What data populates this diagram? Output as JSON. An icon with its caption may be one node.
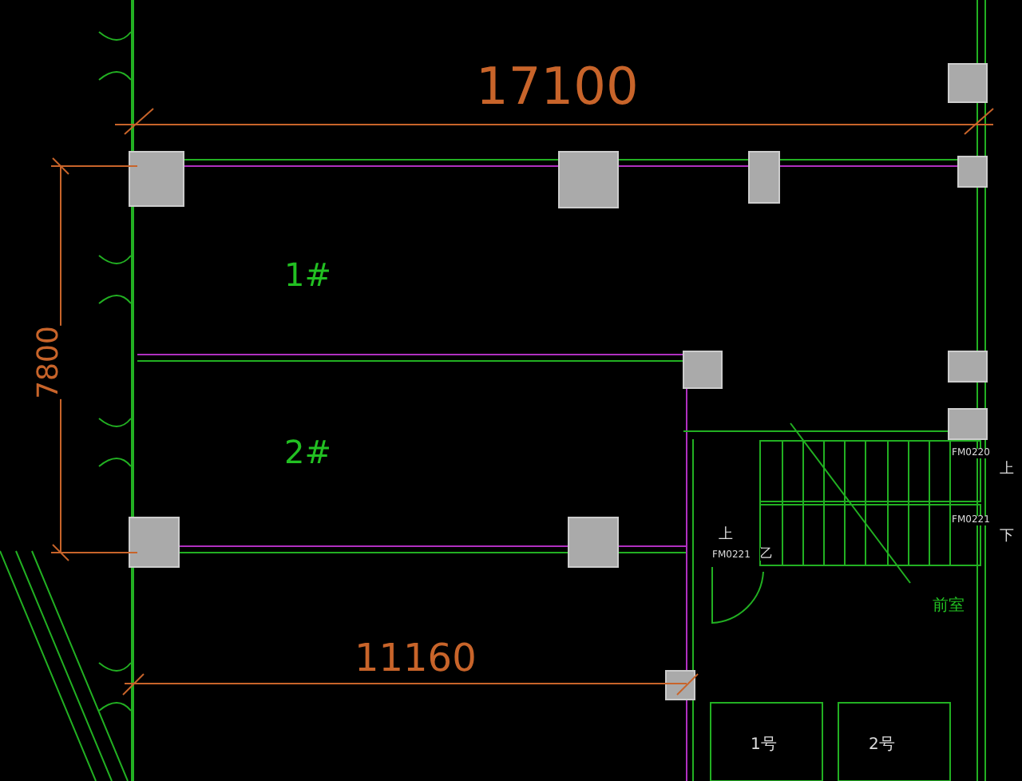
{
  "diagram": {
    "labels": [
      "17100",
      "1#",
      "FM0220",
      "上",
      "2#",
      "上",
      "FM0221",
      "乙",
      "FM0221",
      "下",
      "7800",
      "前室",
      "11160",
      "1号",
      "2号"
    ]
  }
}
